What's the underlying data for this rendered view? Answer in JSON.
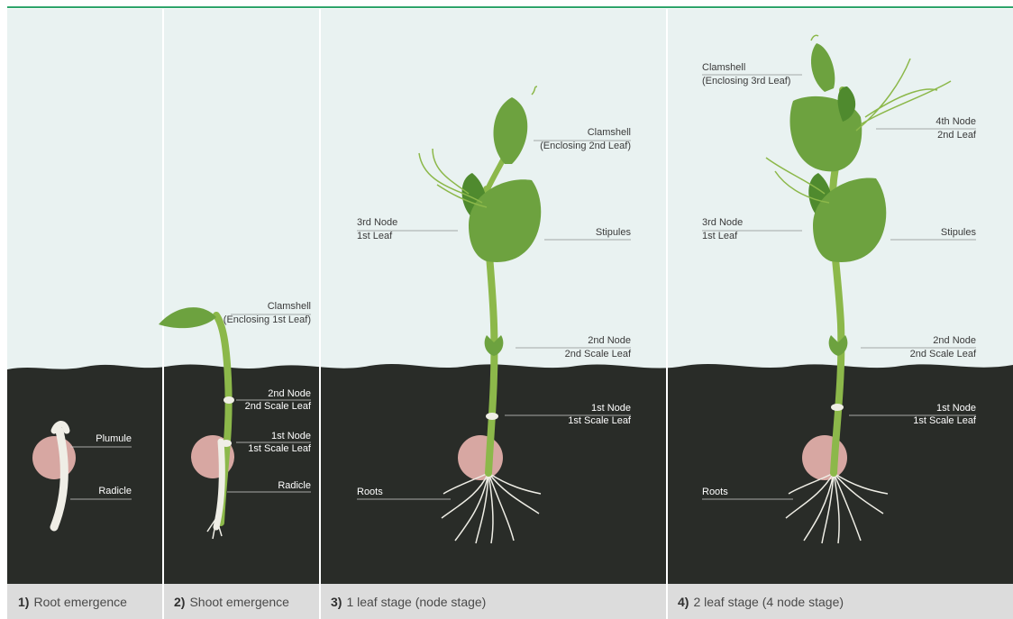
{
  "colors": {
    "sky": "#e9f2f1",
    "soil": "#292c28",
    "caption_bar": "#dcdcdc",
    "top_rule": "#2fa56b",
    "stem": "#8cb84a",
    "leaf": "#6da23f",
    "leaf_dark": "#4f8a2e",
    "seed": "#d7a7a2",
    "root": "#efeee6"
  },
  "panels": [
    {
      "caption_num": "1)",
      "caption_text": "Root emergence",
      "labels": [
        {
          "lines": [
            "Plumule"
          ]
        },
        {
          "lines": [
            "Radicle"
          ]
        }
      ]
    },
    {
      "caption_num": "2)",
      "caption_text": "Shoot emergence",
      "labels": [
        {
          "lines": [
            "Clamshell",
            "(Enclosing 1st Leaf)"
          ]
        },
        {
          "lines": [
            "2nd Node",
            "2nd Scale Leaf"
          ]
        },
        {
          "lines": [
            "1st Node",
            "1st Scale Leaf"
          ]
        },
        {
          "lines": [
            "Radicle"
          ]
        }
      ]
    },
    {
      "caption_num": "3)",
      "caption_text": "1 leaf stage (node stage)",
      "labels": [
        {
          "lines": [
            "Clamshell",
            "(Enclosing 2nd Leaf)"
          ]
        },
        {
          "lines": [
            "3rd Node",
            "1st Leaf"
          ]
        },
        {
          "lines": [
            "Stipules"
          ]
        },
        {
          "lines": [
            "2nd Node",
            "2nd Scale Leaf"
          ]
        },
        {
          "lines": [
            "1st Node",
            "1st Scale Leaf"
          ]
        },
        {
          "lines": [
            "Roots"
          ]
        }
      ]
    },
    {
      "caption_num": "4)",
      "caption_text": "2 leaf stage (4 node stage)",
      "labels": [
        {
          "lines": [
            "Clamshell",
            "(Enclosing 3rd Leaf)"
          ]
        },
        {
          "lines": [
            "4th Node",
            "2nd Leaf"
          ]
        },
        {
          "lines": [
            "3rd Node",
            "1st Leaf"
          ]
        },
        {
          "lines": [
            "Stipules"
          ]
        },
        {
          "lines": [
            "2nd Node",
            "2nd Scale Leaf"
          ]
        },
        {
          "lines": [
            "1st Node",
            "1st Scale Leaf"
          ]
        },
        {
          "lines": [
            "Roots"
          ]
        }
      ]
    }
  ]
}
